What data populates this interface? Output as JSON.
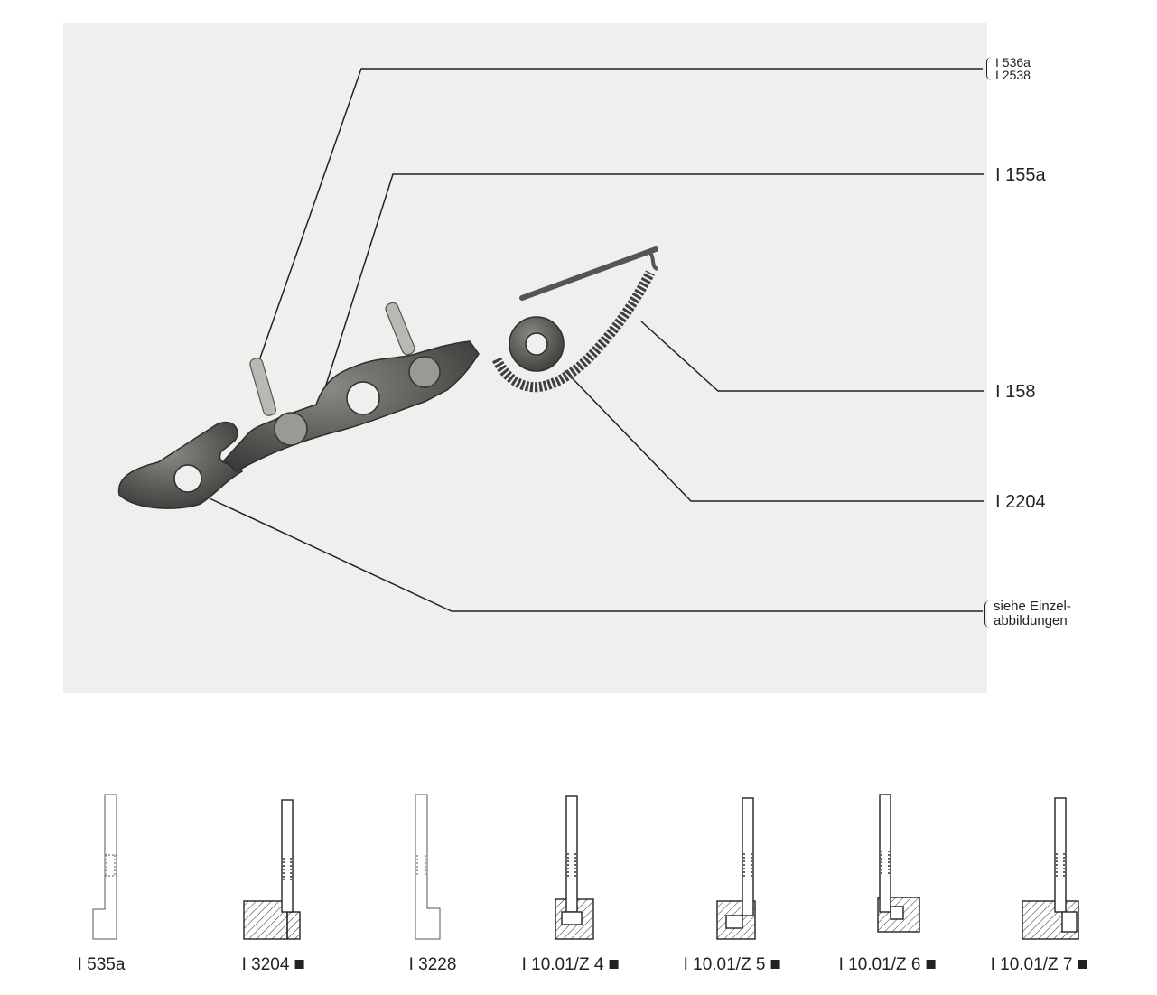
{
  "callouts": {
    "top_pair": [
      "I 536a",
      "I 2538"
    ],
    "lever": "I 155a",
    "spring": "I 158",
    "bushing": "I 2204",
    "details_note": [
      "siehe Einzel-",
      "abbildungen"
    ]
  },
  "sections": [
    {
      "label": "I  535a",
      "marker": false
    },
    {
      "label": "I  3204",
      "marker": true
    },
    {
      "label": "I  3228",
      "marker": false
    },
    {
      "label": "I  10.01/Z 4",
      "marker": true
    },
    {
      "label": "I  10.01/Z 5",
      "marker": true
    },
    {
      "label": "I  10.01/Z 6",
      "marker": true
    },
    {
      "label": "I  10.01/Z 7",
      "marker": true
    }
  ],
  "colors": {
    "panel": "#efefed",
    "metal": "#4a4a48",
    "line": "#222222"
  }
}
